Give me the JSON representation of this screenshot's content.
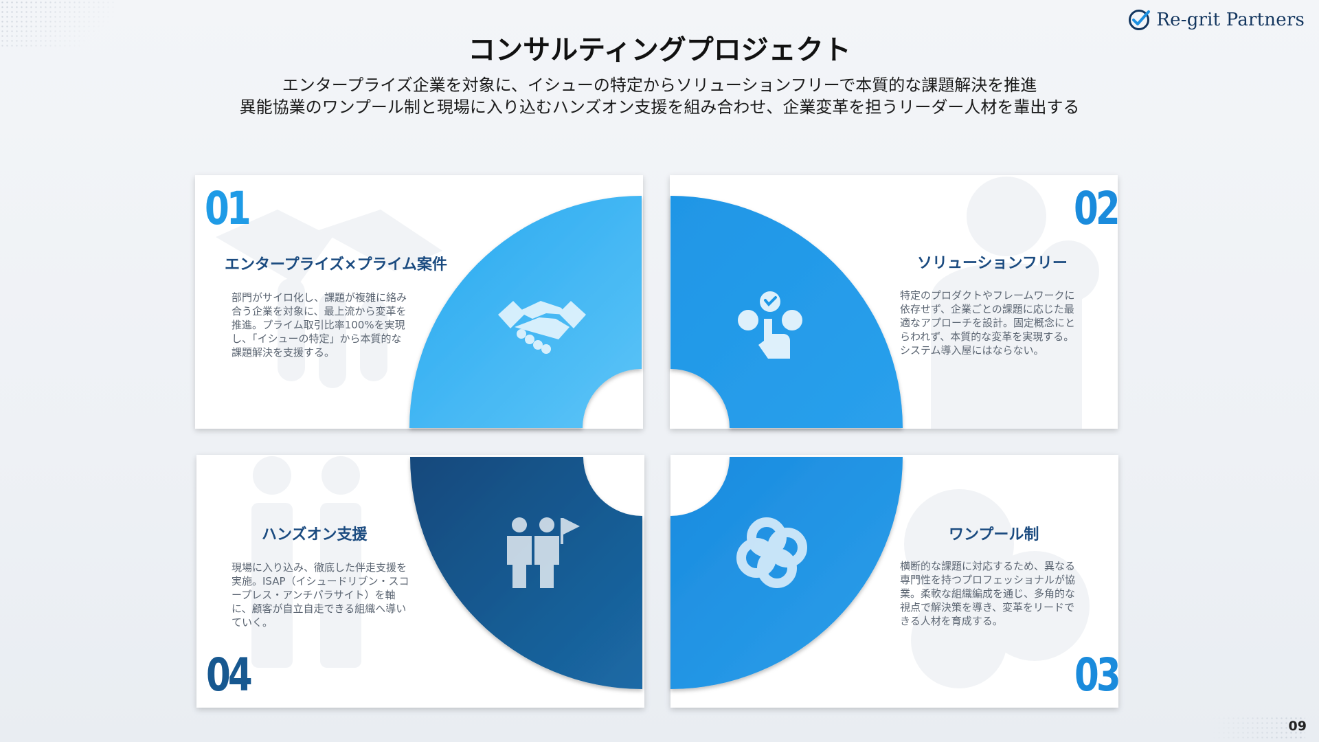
{
  "brand": {
    "name": "Re-grit Partners",
    "logo_icon": "check-circle-icon"
  },
  "header": {
    "title": "コンサルティングプロジェクト",
    "subtitle_line1": "エンタープライズ企業を対象に、イシューの特定からソリューションフリーで本質的な課題解決を推進",
    "subtitle_line2": "異能協業のワンプール制と現場に入り込むハンズオン支援を組み合わせ、企業変革を担うリーダー人材を輩出する"
  },
  "cards": [
    {
      "number": "01",
      "title": "エンタープライズ×プライム案件",
      "lines": [
        "部門がサイロ化し、課題が複雑に絡み",
        "合う企業を対象に、最上流から変革を",
        "推進。プライム取引比率100%を実現",
        "し、「イシューの特定」から本質的な",
        "課題解決を支援する。"
      ],
      "icon": "handshake-icon",
      "color": "#3bb3f0"
    },
    {
      "number": "02",
      "title": "ソリューションフリー",
      "lines": [
        "特定のプロダクトやフレームワークに",
        "依存せず、企業ごとの課題に応じた最",
        "適なアプローチを設計。固定概念にと",
        "らわれず、本質的な変革を実現する。",
        "システム導入屋にはならない。"
      ],
      "icon": "choice-select-icon",
      "color": "#1c97e6"
    },
    {
      "number": "03",
      "title": "ワンプール制",
      "lines": [
        "横断的な課題に対応するため、異なる",
        "専門性を持つプロフェッショナルが協",
        "業。柔軟な組織編成を通じ、多角的な",
        "視点で解決策を導き、変革をリードで",
        "きる人材を育成する。"
      ],
      "icon": "interlocked-rings-icon",
      "color": "#1b8ede"
    },
    {
      "number": "04",
      "title": "ハンズオン支援",
      "lines": [
        "現場に入り込み、徹底した伴走支援を",
        "実施。ISAP（イシュードリブン・スコ",
        "ープレス・アンチパラサイト）を軸",
        "に、顧客が自立自走できる組織へ導い",
        "ていく。"
      ],
      "icon": "team-flag-icon",
      "color": "#175890"
    }
  ],
  "page_number": "09"
}
